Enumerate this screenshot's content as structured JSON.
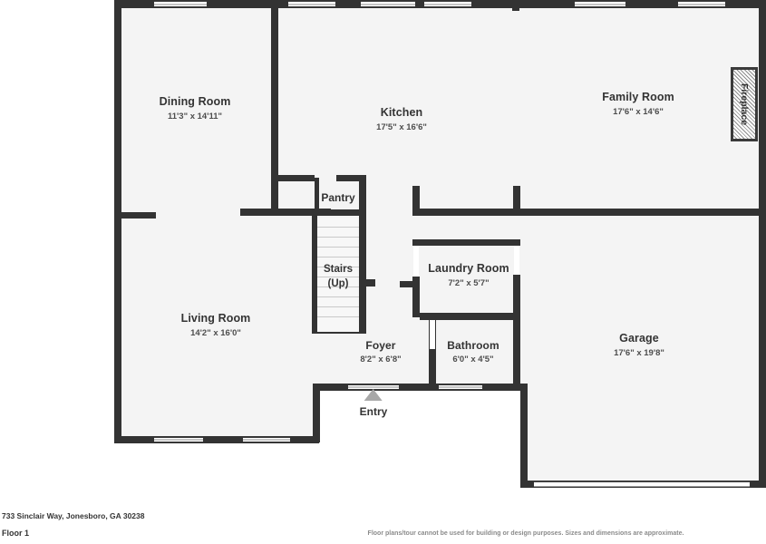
{
  "footer": {
    "address": "733 Sinclair Way, Jonesboro, GA 30238",
    "floor": "Floor 1",
    "disclaimer": "Floor plans/tour cannot be used for building or design purposes. Sizes and dimensions are approximate."
  },
  "rooms": [
    {
      "name": "Dining Room",
      "dimensions": "11'3\" x 14'11\""
    },
    {
      "name": "Kitchen",
      "dimensions": "17'5\" x 16'6\""
    },
    {
      "name": "Family Room",
      "dimensions": "17'6\" x 14'6\""
    },
    {
      "name": "Living Room",
      "dimensions": "14'2\" x 16'0\""
    },
    {
      "name": "Laundry Room",
      "dimensions": "7'2\" x 5'7\""
    },
    {
      "name": "Foyer",
      "dimensions": "8'2\" x 6'8\""
    },
    {
      "name": "Bathroom",
      "dimensions": "6'0\" x 4'5\""
    },
    {
      "name": "Garage",
      "dimensions": "17'6\" x 19'8\""
    }
  ],
  "features": {
    "pantry_label": "Pantry",
    "stairs_label_line1": "Stairs",
    "stairs_label_line2": "(Up)",
    "fireplace_label": "Fireplace",
    "entry_label": "Entry"
  },
  "colors": {
    "wall": "#333333",
    "floor_fill": "#f4f4f4",
    "page_background": "#ffffff",
    "label_text": "#333333",
    "disclaimer_text": "#8b8b8b",
    "entry_marker": "#a8a8a8"
  }
}
